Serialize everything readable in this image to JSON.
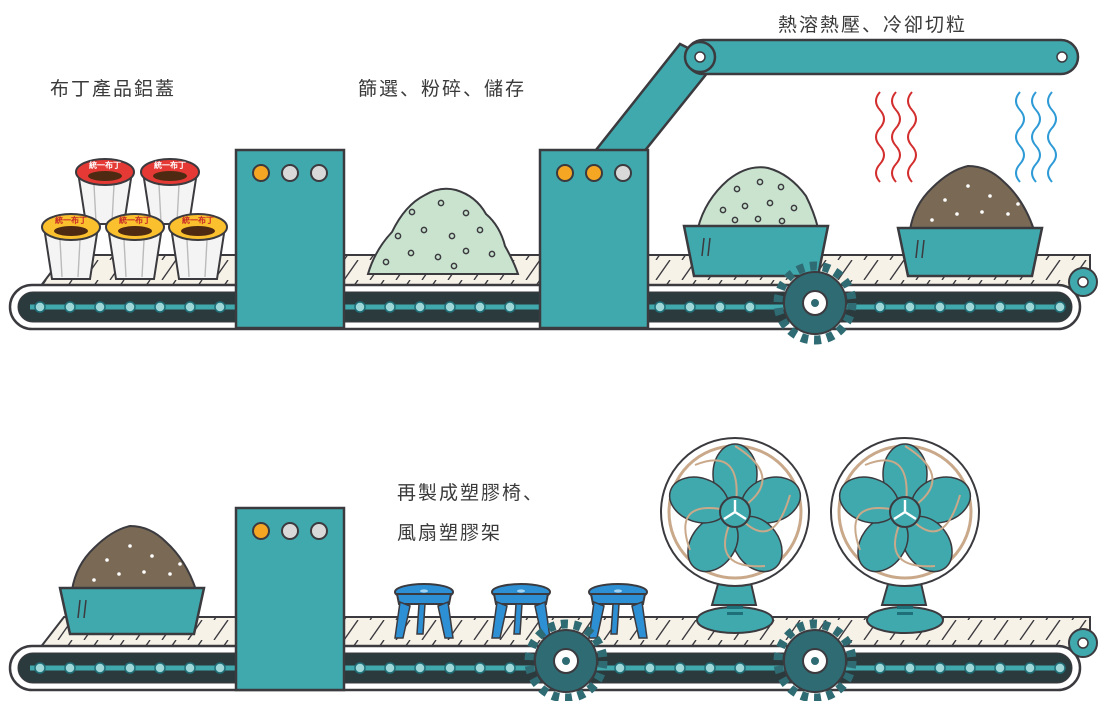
{
  "labels": {
    "step1": "布丁產品鋁蓋",
    "step2": "篩選、粉碎、儲存",
    "step3": "熱溶熱壓、冷卻切粒",
    "step4_line1": "再製成塑膠椅、",
    "step4_line2": "風扇塑膠架"
  },
  "cup_brand": "統一布丁",
  "colors": {
    "teal": "#40a9ad",
    "dark_teal": "#1f6f78",
    "outline": "#3b3a3f",
    "belt_fill": "#f7f2e8",
    "gear": "#2f6b73",
    "light_orange": "#f5a623",
    "light_gray": "#d9d9d9",
    "powder": "#c9e3cf",
    "pellets": "#7a6a55",
    "heat_red": "#d32f2f",
    "cool_blue": "#2e9bd6",
    "stool_blue": "#2d8fd4",
    "fan_cage": "#c9a98a"
  },
  "icons": [
    "pudding-cup-icon",
    "machine-box-icon",
    "indicator-light-icon",
    "powder-pile-icon",
    "conveyor-belt-icon",
    "robot-arm-icon",
    "heat-wave-icon",
    "cooling-wave-icon",
    "pellet-bin-icon",
    "gear-icon",
    "plastic-stool-icon",
    "electric-fan-icon"
  ]
}
